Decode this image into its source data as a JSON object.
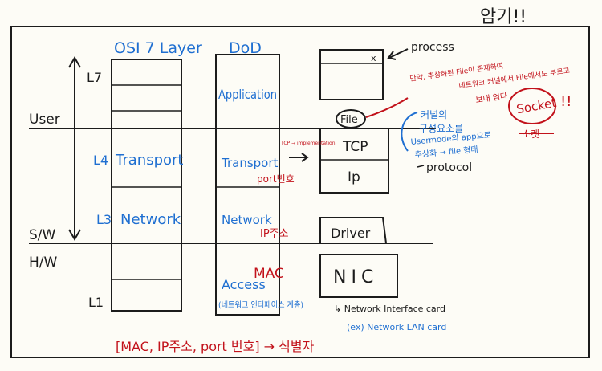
{
  "corner_note": "암기!!",
  "osi": {
    "title": "OSI 7 Layer",
    "l7": "L7",
    "l4": "L4",
    "l4_name": "Transport",
    "l3": "L3",
    "l3_name": "Network",
    "l1": "L1"
  },
  "dod": {
    "title": "DoD",
    "application": "Application",
    "transport": "Transport",
    "port_note": "port번호",
    "network": "Network",
    "ip_note": "IP주소",
    "access": "Access",
    "mac_note": "MAC",
    "access_note": "(네트워크 인터페이스 계층)"
  },
  "boundaries": {
    "user": "User",
    "sw": "S/W",
    "hw": "H/W"
  },
  "right_side": {
    "process": "process",
    "window_close": "x",
    "file": "File",
    "tcp": "TCP",
    "ip": "Ip",
    "protocol": "protocol",
    "impl_note": "TCP → implementation",
    "driver": "Driver",
    "nic": "NIC",
    "nic_note1": "↳ Network Interface card",
    "nic_note2": "(ex) Network LAN card"
  },
  "notes": {
    "red_line1": "만약, 추상화된 File이 존재하여",
    "red_line2": "네트워크 커널에서 File에서도 부르고",
    "red_line3": "보내 엄다",
    "blue_line1": "커널의",
    "blue_line2": "구성요소를",
    "blue_line3": "Usermode의 app으로",
    "blue_line4": "추상화 → file 형태",
    "socket": "Socket",
    "socket_exclaim": "!!",
    "socket_strike": "소켓"
  },
  "bottom_note": "[MAC, IP주소, port 번호] → 식별자",
  "colors": {
    "blue": "#1f6fd1",
    "red": "#c2121b",
    "ink": "#1c1c1c",
    "paper": "#fdfcf6"
  }
}
